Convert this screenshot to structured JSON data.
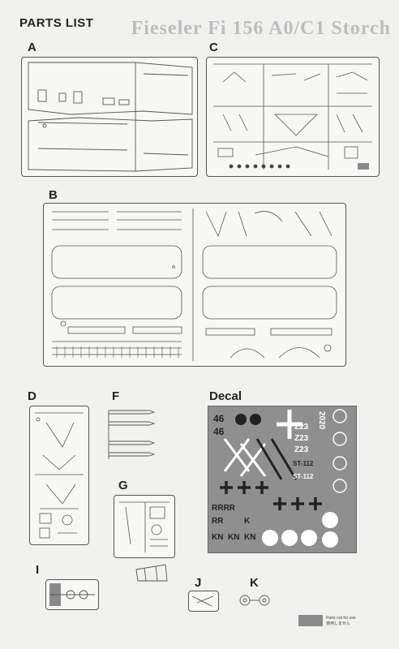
{
  "header": {
    "title": "PARTS LIST",
    "product_title": "Fieseler Fi 156 A0/C1 Storch"
  },
  "sprues": {
    "a": "A",
    "b": "B",
    "c": "C",
    "d": "D",
    "f": "F",
    "g": "G",
    "i": "I",
    "j": "J",
    "k": "K"
  },
  "decal": {
    "label": "Decal",
    "markings": [
      "46",
      "46",
      "ST-112",
      "ST-112",
      "Z23",
      "Z23",
      "Z23",
      "2020",
      "RRRR",
      "RR",
      "KN",
      "KN",
      "KN",
      "K"
    ]
  },
  "legend": {
    "line1": "Parts not for use",
    "line2": "使用しません"
  },
  "colors": {
    "decal_sheet": "#8f8f8f",
    "not_for_use": "#8a8a8a",
    "line": "#555555"
  }
}
